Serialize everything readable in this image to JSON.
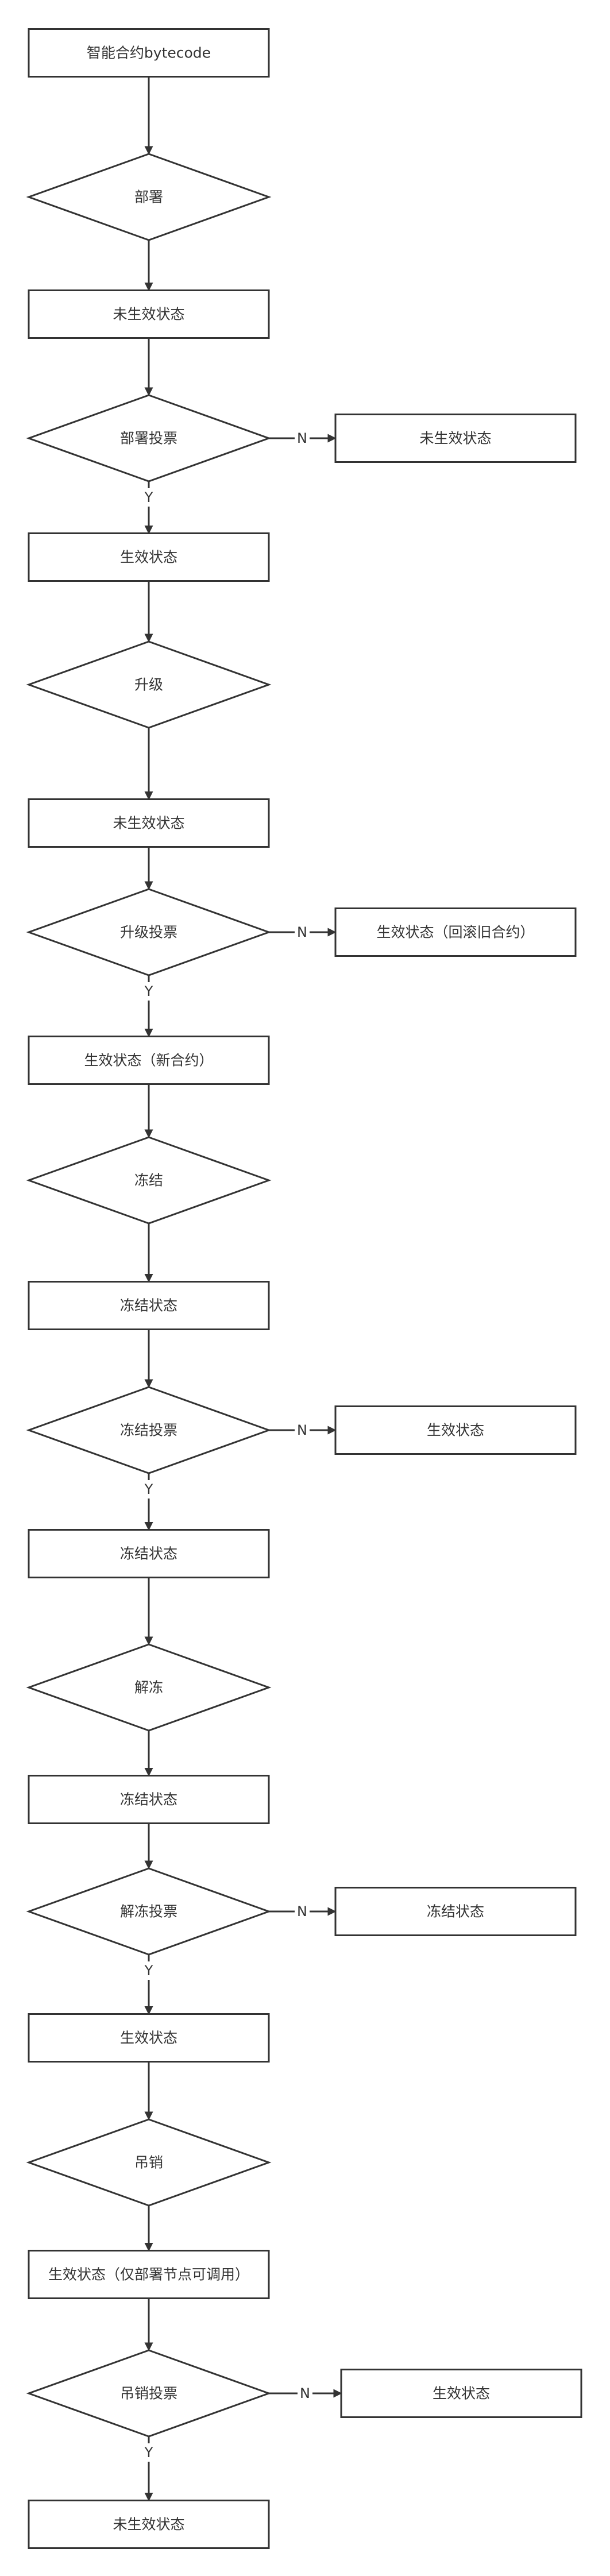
{
  "nodes": [
    {
      "id": "n1",
      "type": "box",
      "label": "智能合约bytecode"
    },
    {
      "id": "d1",
      "type": "diamond",
      "label": "部署"
    },
    {
      "id": "n2",
      "type": "box",
      "label": "未生效状态"
    },
    {
      "id": "d2",
      "type": "diamond",
      "label": "部署投票"
    },
    {
      "id": "r1",
      "type": "box",
      "label": "未生效状态"
    },
    {
      "id": "n3",
      "type": "box",
      "label": "生效状态"
    },
    {
      "id": "d3",
      "type": "diamond",
      "label": "升级"
    },
    {
      "id": "n4",
      "type": "box",
      "label": "未生效状态"
    },
    {
      "id": "d4",
      "type": "diamond",
      "label": "升级投票"
    },
    {
      "id": "r2",
      "type": "box",
      "label": "生效状态（回滚旧合约）"
    },
    {
      "id": "n5",
      "type": "box",
      "label": "生效状态（新合约）"
    },
    {
      "id": "d5",
      "type": "diamond",
      "label": "冻结"
    },
    {
      "id": "n6",
      "type": "box",
      "label": "冻结状态"
    },
    {
      "id": "d6",
      "type": "diamond",
      "label": "冻结投票"
    },
    {
      "id": "r3",
      "type": "box",
      "label": "生效状态"
    },
    {
      "id": "n7",
      "type": "box",
      "label": "冻结状态"
    },
    {
      "id": "d7",
      "type": "diamond",
      "label": "解冻"
    },
    {
      "id": "n8",
      "type": "box",
      "label": "冻结状态"
    },
    {
      "id": "d8",
      "type": "diamond",
      "label": "解冻投票"
    },
    {
      "id": "r4",
      "type": "box",
      "label": "冻结状态"
    },
    {
      "id": "n9",
      "type": "box",
      "label": "生效状态"
    },
    {
      "id": "d9",
      "type": "diamond",
      "label": "吊销"
    },
    {
      "id": "n10",
      "type": "box",
      "label": "生效状态（仅部署节点可调用）"
    },
    {
      "id": "d10",
      "type": "diamond",
      "label": "吊销投票"
    },
    {
      "id": "r5",
      "type": "box",
      "label": "生效状态"
    },
    {
      "id": "n11",
      "type": "box",
      "label": "未生效状态"
    }
  ],
  "edges": [
    {
      "from": "n1",
      "to": "d1",
      "label": ""
    },
    {
      "from": "d1",
      "to": "n2",
      "label": ""
    },
    {
      "from": "n2",
      "to": "d2",
      "label": ""
    },
    {
      "from": "d2",
      "to": "r1",
      "label": "N"
    },
    {
      "from": "d2",
      "to": "n3",
      "label": "Y"
    },
    {
      "from": "n3",
      "to": "d3",
      "label": ""
    },
    {
      "from": "d3",
      "to": "n4",
      "label": ""
    },
    {
      "from": "n4",
      "to": "d4",
      "label": ""
    },
    {
      "from": "d4",
      "to": "r2",
      "label": "N"
    },
    {
      "from": "d4",
      "to": "n5",
      "label": "Y"
    },
    {
      "from": "n5",
      "to": "d5",
      "label": ""
    },
    {
      "from": "d5",
      "to": "n6",
      "label": ""
    },
    {
      "from": "n6",
      "to": "d6",
      "label": ""
    },
    {
      "from": "d6",
      "to": "r3",
      "label": "N"
    },
    {
      "from": "d6",
      "to": "n7",
      "label": "Y"
    },
    {
      "from": "n7",
      "to": "d7",
      "label": ""
    },
    {
      "from": "d7",
      "to": "n8",
      "label": ""
    },
    {
      "from": "n8",
      "to": "d8",
      "label": ""
    },
    {
      "from": "d8",
      "to": "r4",
      "label": "N"
    },
    {
      "from": "d8",
      "to": "n9",
      "label": "Y"
    },
    {
      "from": "n9",
      "to": "d9",
      "label": ""
    },
    {
      "from": "d9",
      "to": "n10",
      "label": ""
    },
    {
      "from": "n10",
      "to": "d10",
      "label": ""
    },
    {
      "from": "d10",
      "to": "r5",
      "label": "N"
    },
    {
      "from": "d10",
      "to": "n11",
      "label": "Y"
    }
  ]
}
